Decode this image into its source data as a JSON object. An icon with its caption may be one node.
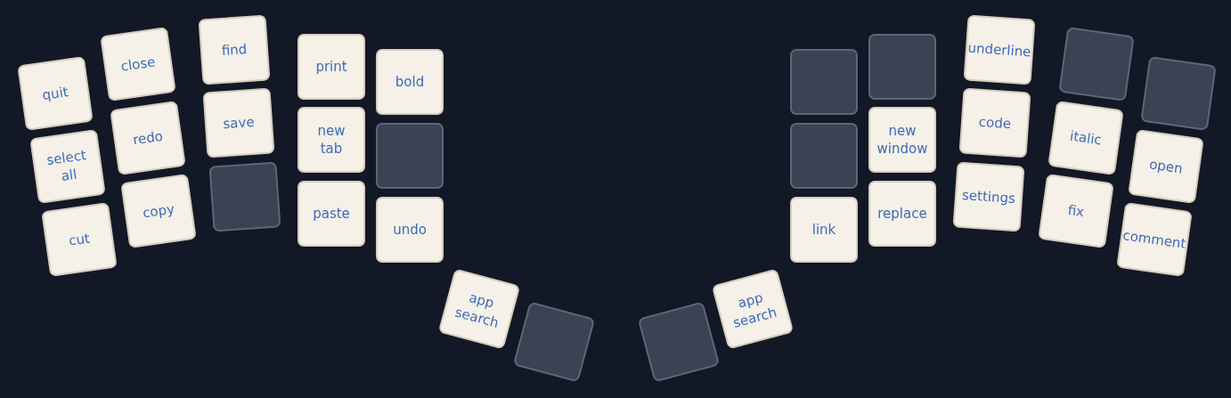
{
  "diagram": {
    "nodes": [
      {
        "text": [
          "quit"
        ]
      },
      {
        "text": [
          "select all"
        ]
      },
      {
        "text": [
          "cut"
        ]
      },
      {
        "text": [
          "close"
        ]
      },
      {
        "text": [
          "redo"
        ]
      },
      {
        "text": [
          "copy"
        ]
      },
      {
        "text": [
          "find"
        ]
      },
      {
        "text": [
          "save"
        ]
      },
      {
        "text": [],
        "shape": "box"
      },
      {
        "text": [
          "print"
        ]
      },
      {
        "text": [
          "new tab"
        ]
      },
      {
        "text": [
          "paste"
        ]
      },
      {
        "text": [
          "bold"
        ]
      },
      {
        "text": [],
        "shape": "box"
      },
      {
        "text": [
          "undo"
        ]
      },
      {
        "text": [
          "app search"
        ]
      },
      {
        "text": [],
        "shape": "box"
      },
      {
        "text": [],
        "shape": "box"
      },
      {
        "text": [
          "app search"
        ]
      },
      {
        "text": [],
        "shape": "box"
      },
      {
        "text": [],
        "shape": "box"
      },
      {
        "text": [
          "link"
        ]
      },
      {
        "text": [],
        "shape": "box"
      },
      {
        "text": [
          "new window"
        ]
      },
      {
        "text": [
          "replace"
        ]
      },
      {
        "text": [
          "underline"
        ]
      },
      {
        "text": [
          "code"
        ]
      },
      {
        "text": [
          "settings"
        ]
      },
      {
        "text": [],
        "shape": "box"
      },
      {
        "text": [
          "italic"
        ]
      },
      {
        "text": [
          "fix"
        ]
      },
      {
        "text": [],
        "shape": "box"
      },
      {
        "text": [
          "open"
        ]
      },
      {
        "text": [
          "comment"
        ]
      }
    ]
  }
}
